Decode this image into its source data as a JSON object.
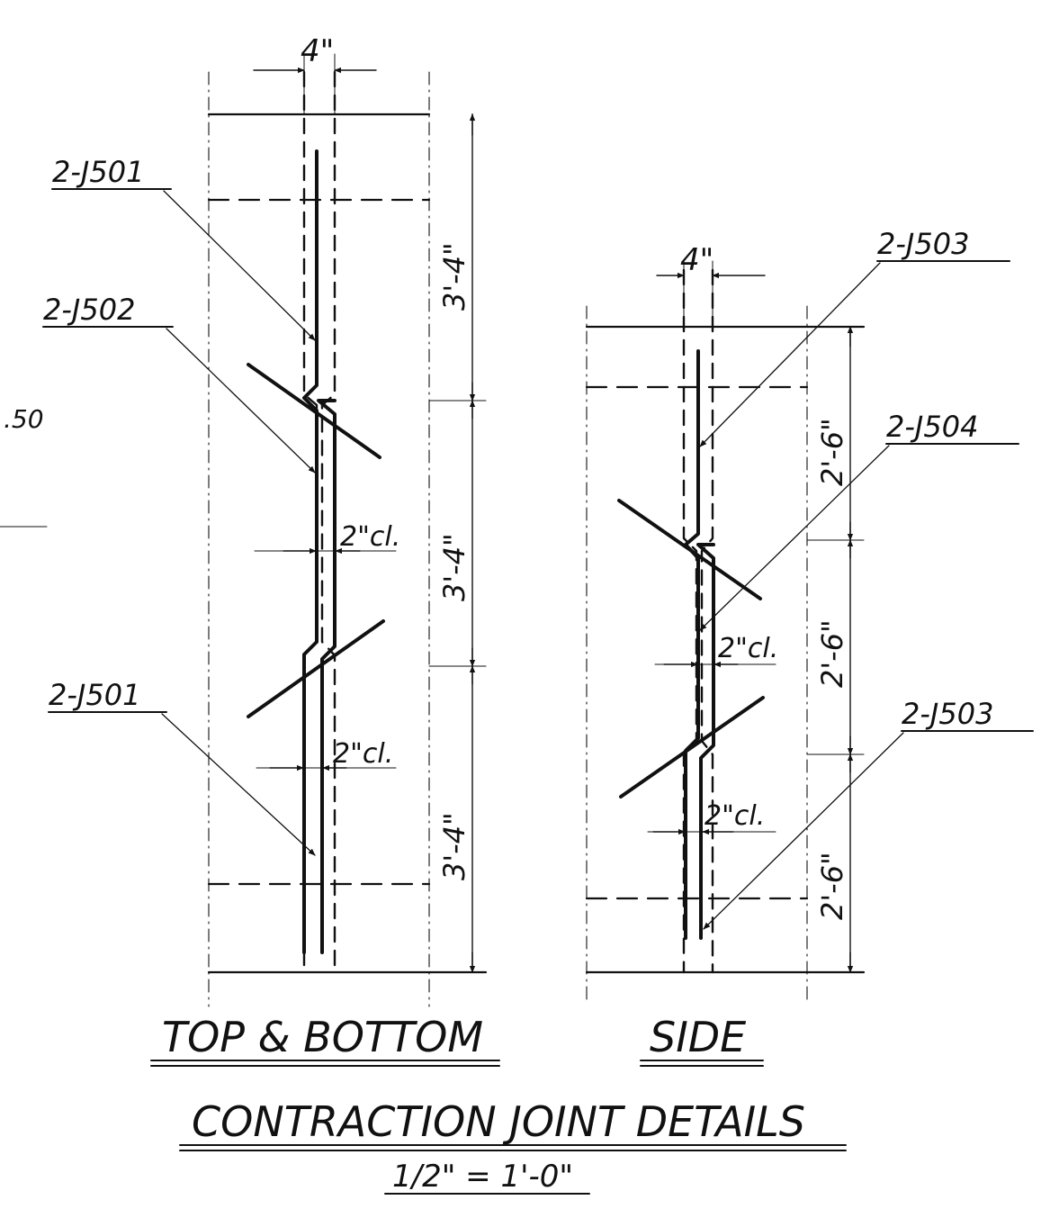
{
  "detail": {
    "title": "CONTRACTION JOINT DETAILS",
    "scale": "1/2\" = 1'-0\"",
    "margin_fragment": ".50"
  },
  "top_bottom": {
    "view_label": "TOP & BOTTOM",
    "width_dim": "4\"",
    "heights": [
      "3'-4\"",
      "3'-4\"",
      "3'-4\""
    ],
    "clearance_labels": [
      "2\"cl.",
      "2\"cl."
    ],
    "callouts": [
      "2-J501",
      "2-J502",
      "2-J501"
    ]
  },
  "side": {
    "view_label": "SIDE",
    "width_dim": "4\"",
    "heights": [
      "2'-6\"",
      "2'-6\"",
      "2'-6\""
    ],
    "clearance_labels": [
      "2\"cl.",
      "2\"cl."
    ],
    "callouts": [
      "2-J503",
      "2-J504",
      "2-J503"
    ]
  }
}
